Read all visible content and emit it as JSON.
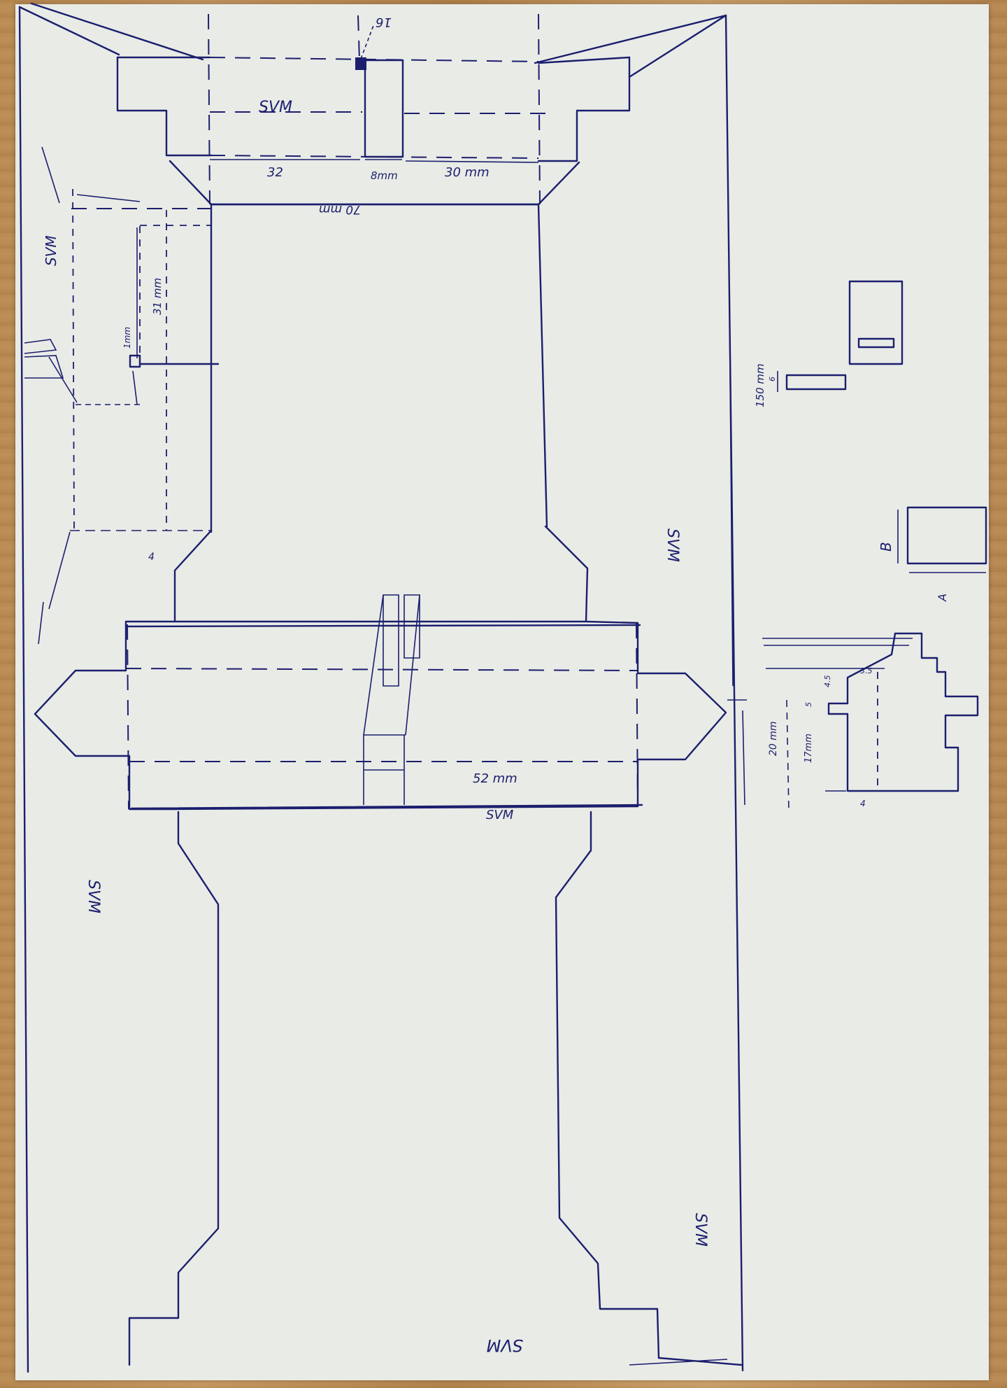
{
  "document": {
    "kind": "hand-drawn sketch on paper",
    "ink_color": "#1b1f6e",
    "paper_color": "#e9ebe6"
  },
  "labels": {
    "svm": "SVM",
    "top_sixteen": "16",
    "dim_32": "32",
    "dim_8": "8mm",
    "dim_30": "30 mm",
    "dim_70": "70 mm",
    "dim_31": "31 mm",
    "dim_1": "1mm",
    "dim_4": "4",
    "dim_52": "52 mm",
    "dim_150": "150 mm",
    "dim_20": "20 mm",
    "dim_17": "17mm",
    "dim_right_small_1": "5",
    "dim_right_small_2": "3.5",
    "dim_right_small_3": "4.5",
    "dim_right_small_4": "6",
    "dim_bottom_small": "4",
    "mark_b": "B",
    "mark_a": "A"
  }
}
